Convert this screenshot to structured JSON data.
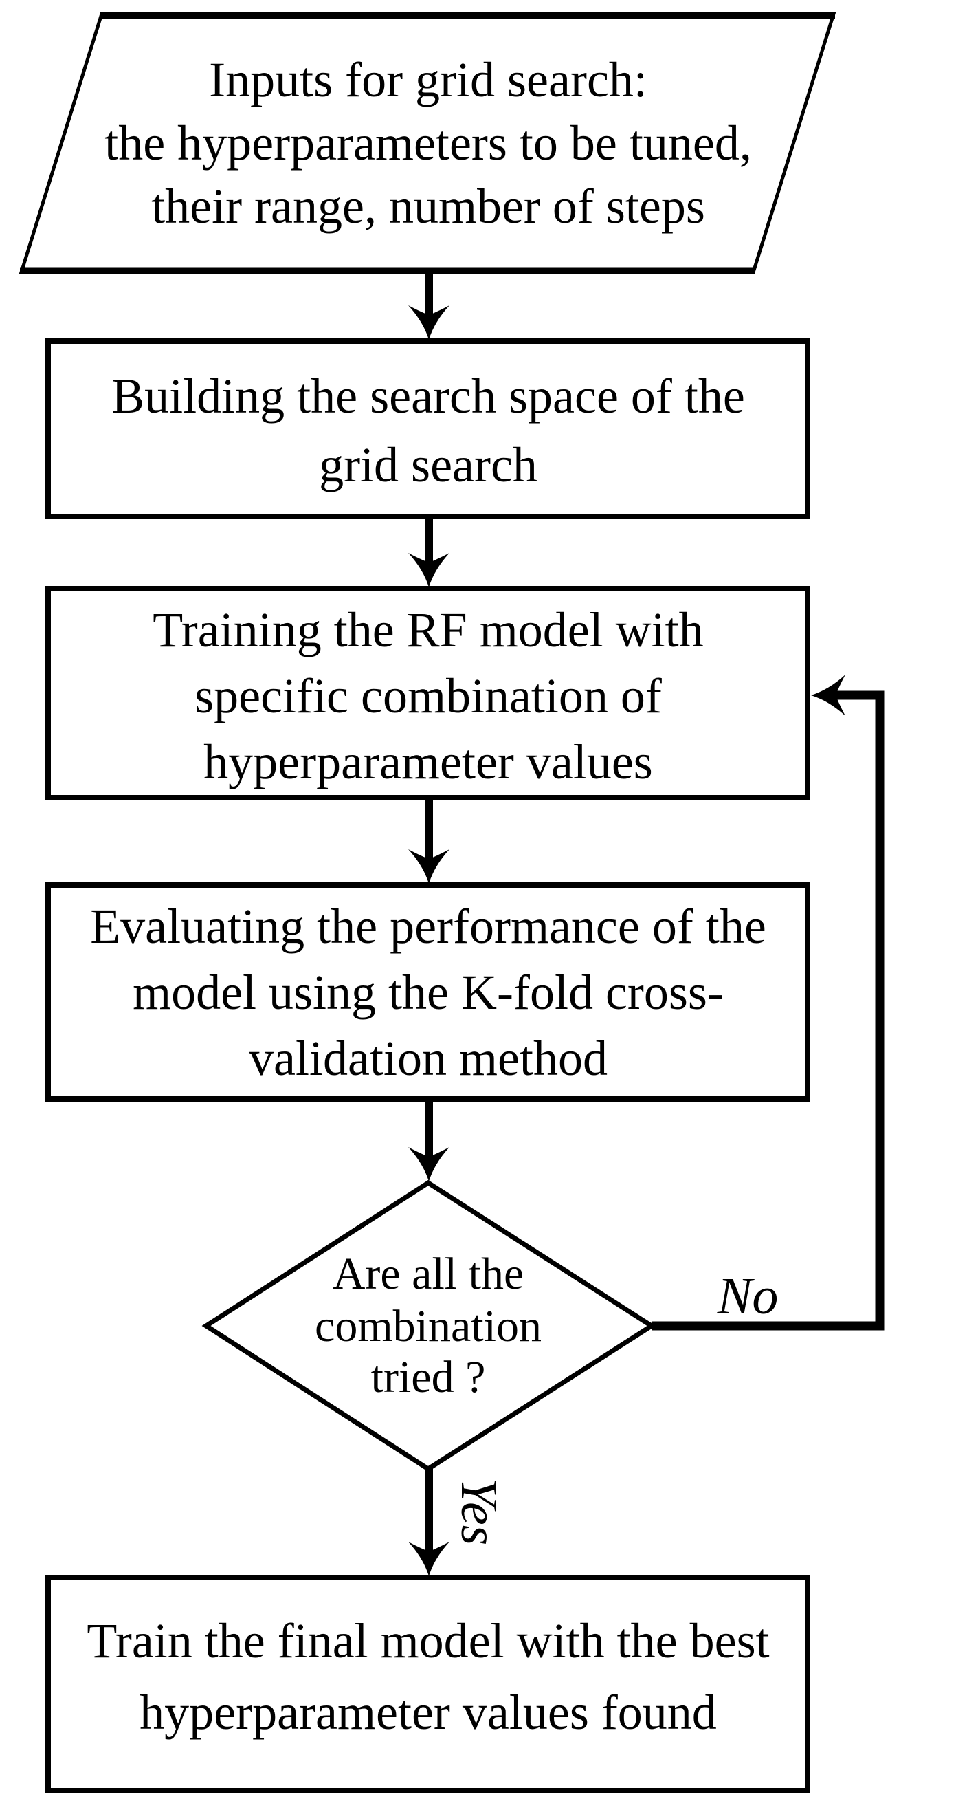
{
  "page": {
    "background_color": "#ffffff",
    "ink_color": "#000000"
  },
  "flowchart": {
    "nodes": {
      "input": {
        "shape": "parallelogram",
        "lines": [
          "Inputs for grid search:",
          "the hyperparameters to be tuned,",
          "their range, number of steps"
        ]
      },
      "build_search_space": {
        "shape": "rectangle",
        "lines": [
          "Building the search space of the",
          "grid search"
        ]
      },
      "train_rf": {
        "shape": "rectangle",
        "lines": [
          "Training the RF model with",
          "specific combination of",
          "hyperparameter values"
        ]
      },
      "evaluate": {
        "shape": "rectangle",
        "lines": [
          "Evaluating the performance of the",
          "model using the K-fold cross-",
          "validation method"
        ]
      },
      "decision": {
        "shape": "diamond",
        "lines": [
          "Are all the",
          "combination",
          "tried ?"
        ]
      },
      "train_final": {
        "shape": "rectangle",
        "lines": [
          "Train the final model with the best",
          "hyperparameter values found"
        ]
      }
    },
    "edges": {
      "no_label": "No",
      "yes_label": "Yes"
    }
  }
}
